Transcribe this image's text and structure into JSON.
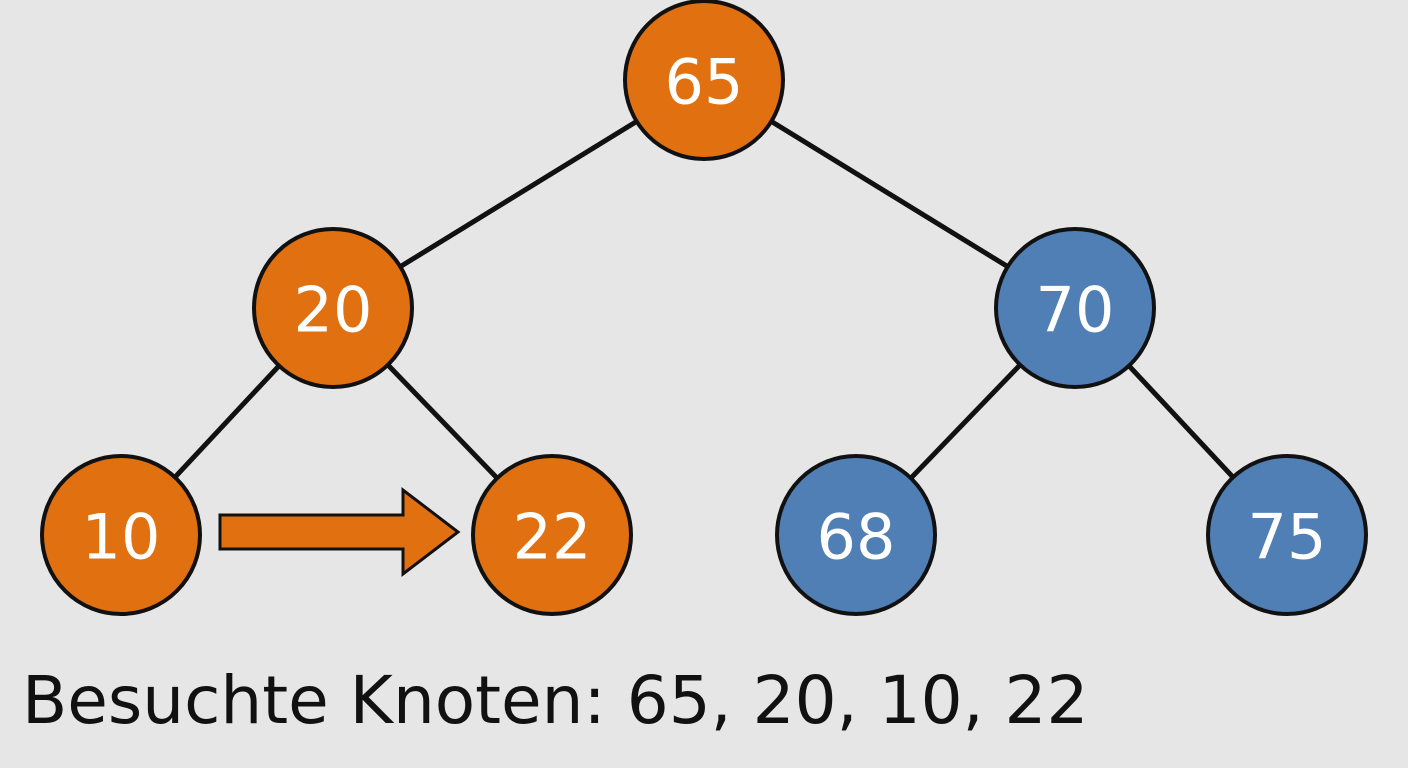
{
  "colors": {
    "background": "#e6e6e6",
    "visited": "#e07010",
    "unvisited": "#4f7fb5",
    "outline": "#111111",
    "arrow": "#e07010"
  },
  "tree": {
    "nodes": [
      {
        "id": "n65",
        "label": "65",
        "state": "visited"
      },
      {
        "id": "n20",
        "label": "20",
        "state": "visited"
      },
      {
        "id": "n70",
        "label": "70",
        "state": "unvisited"
      },
      {
        "id": "n10",
        "label": "10",
        "state": "visited"
      },
      {
        "id": "n22",
        "label": "22",
        "state": "visited"
      },
      {
        "id": "n68",
        "label": "68",
        "state": "unvisited"
      },
      {
        "id": "n75",
        "label": "75",
        "state": "unvisited"
      }
    ],
    "edges": [
      {
        "from": "n65",
        "to": "n20"
      },
      {
        "from": "n65",
        "to": "n70"
      },
      {
        "from": "n20",
        "to": "n10"
      },
      {
        "from": "n20",
        "to": "n22"
      },
      {
        "from": "n70",
        "to": "n68"
      },
      {
        "from": "n70",
        "to": "n75"
      }
    ],
    "arrow": {
      "from": "n10",
      "to": "n22"
    }
  },
  "caption": {
    "text": "Besuchte Knoten: 65, 20, 10, 22"
  }
}
